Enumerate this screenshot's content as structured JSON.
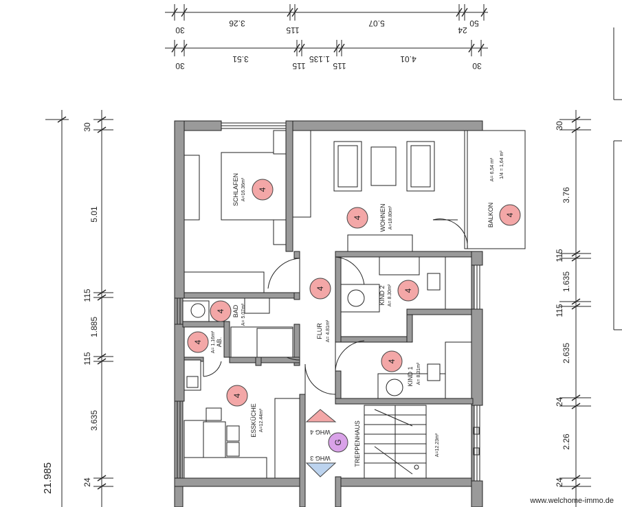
{
  "colors": {
    "wall": "#9a9a9a",
    "room_marker": "#f3a7a7",
    "stair_marker": "#d9a2e8",
    "whg4_arrow": "#f3a7a7",
    "whg3_arrow": "#bcd3ee"
  },
  "dims_top_row1": [
    "30",
    "3.26",
    "115",
    "5.07",
    "24",
    "50"
  ],
  "dims_top_row2": [
    "30",
    "3.51",
    "115",
    "1.135",
    "115",
    "4.01",
    "30"
  ],
  "dims_left": [
    "30",
    "5.01",
    "115",
    "1.885",
    "115",
    "3.635",
    "24"
  ],
  "dims_left_total": "21.985",
  "dims_right": [
    "30",
    "3.76",
    "115",
    "1.635",
    "115",
    "2.635",
    "24",
    "2.26",
    "24"
  ],
  "rooms": {
    "schlafen": {
      "name": "SCHLAFEN",
      "area": "A=16.36m²",
      "marker": "4"
    },
    "wohnen": {
      "name": "WOHNEN",
      "area": "A=18.80m²",
      "marker": "4"
    },
    "balkon": {
      "name": "BALKON",
      "area": "A= 6,54 m²",
      "area2": "1/4 = 1,64 m²",
      "marker": "4"
    },
    "kind2": {
      "name": "KIND 2",
      "area": "A= 8.30m²",
      "marker": "4"
    },
    "bad": {
      "name": "BAD",
      "area": "A= 5.07m²",
      "marker": "4"
    },
    "ab": {
      "name": "AB.",
      "area": "A= 1.16m²",
      "marker": "4"
    },
    "flur": {
      "name": "FLUR",
      "area": "A= 4.81m²",
      "marker": "4"
    },
    "kind1": {
      "name": "KIND 1",
      "area": "A= 8.31m²",
      "marker": "4"
    },
    "esskueche": {
      "name": "ESSKÜCHE",
      "area": "A=12.44m²",
      "marker": "4"
    },
    "treppenhaus": {
      "name": "TREPPENHAUS",
      "area": "A=12.23m²",
      "marker": "G"
    }
  },
  "labels": {
    "whg4": "WHG 4",
    "whg3": "WHG 3"
  },
  "footer": {
    "website": "www.welchome-immo.de"
  }
}
